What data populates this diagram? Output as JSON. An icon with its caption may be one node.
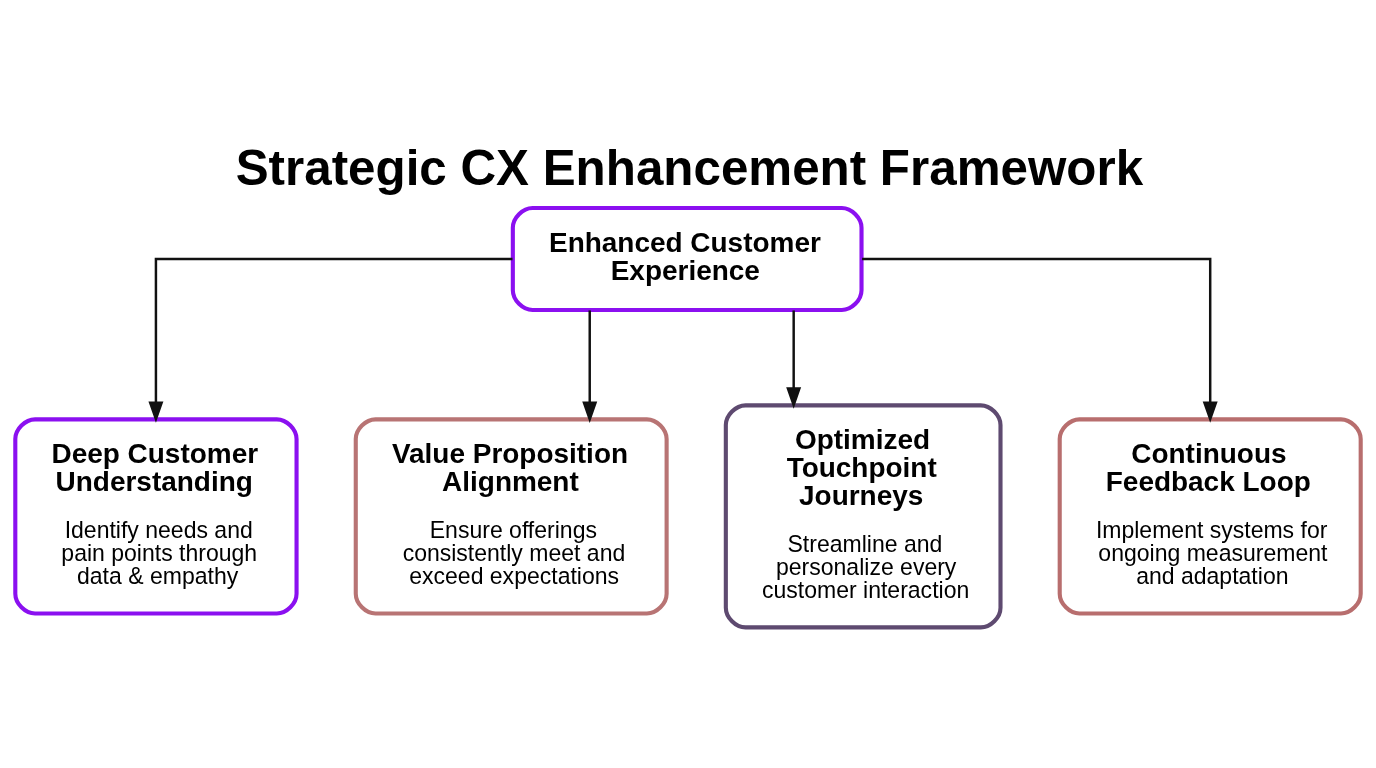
{
  "diagram": {
    "title": "Strategic CX Enhancement Framework",
    "nodes": [
      {
        "text": [
          "Enhanced Customer Experience"
        ]
      },
      {
        "text": [
          "Deep Customer Understanding",
          "Identify needs and pain points through data & empathy"
        ]
      },
      {
        "text": [
          "Value Proposition Alignment",
          "Ensure offerings consistently meet and exceed expectations"
        ]
      },
      {
        "text": [
          "Optimized Touchpoint Journeys",
          "Streamline and personalize every customer interaction"
        ]
      },
      {
        "text": [
          "Continuous Feedback Loop",
          "Implement systems for ongoing measurement and adaptation"
        ]
      }
    ],
    "edges": [
      {
        "from": 0,
        "to": 1,
        "arrow": "to"
      },
      {
        "from": 0,
        "to": 2,
        "arrow": "to"
      },
      {
        "from": 0,
        "to": 3,
        "arrow": "to"
      },
      {
        "from": 0,
        "to": 4,
        "arrow": "to"
      }
    ]
  }
}
